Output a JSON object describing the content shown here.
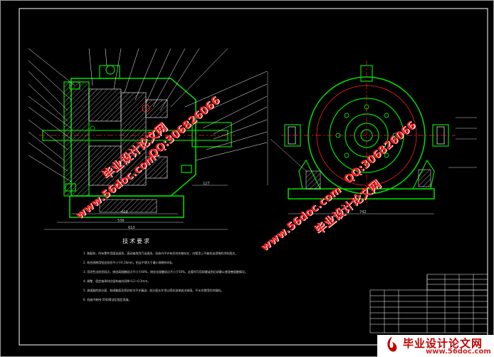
{
  "watermarks": {
    "cn_site": "毕业设计论文网",
    "qq": "QQ:306826066",
    "url": "www.56doc.com"
  },
  "notes": {
    "title": "技术要求",
    "lines": [
      "1. 装配前，所有零件用煤油清洗，滚动轴承用汽油清洗，机体内不许有任何杂物存在，内壁涂上不被机油浸蚀的涂料两次。",
      "2. 啮合侧隙用铅丝检验不小于0.16mm，铅丝不得大于最小侧隙的4倍。",
      "3. 用涂色法检验斑点，按齿高接触斑点不小于40%，按齿长接触斑点不小于50%，必要时可用研磨或刮后研磨以便改善接触情况。",
      "4. 调整、固定轴承时应留有轴向间隙 0.2~0.3mm。",
      "5. 减速器的剖分面、各接触面及密封处均不许漏油，剖分面允许涂以密封油漆或水玻璃，不允许使用任何填料。",
      "6. 机座内装HJ-50润滑油至规定高度。"
    ]
  },
  "dimensions": {
    "left_bottom_1": "412",
    "left_bottom_2": "536",
    "left_bottom_3": "610",
    "right_bottom": "742",
    "left_height": "127"
  },
  "colors": {
    "background": "#000000",
    "frame": "#ffffff",
    "outline_green": "#00e000",
    "center_red": "#ff2020",
    "hatch_white": "#ffffff",
    "dim_white": "#cfcfcf",
    "watermark_red": "#ff1a1a"
  },
  "footer": {
    "cn_site": "毕业设计论文网",
    "url": "www.56doc.com"
  }
}
